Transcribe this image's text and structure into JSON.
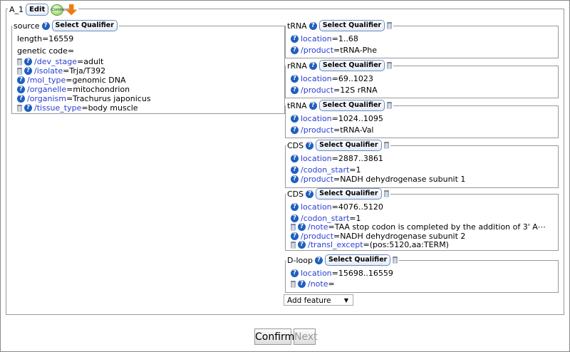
{
  "record": {
    "title": "A_1",
    "edit_label": "Edit",
    "comment_icon_text": "Comment"
  },
  "select_qualifier_label": "Select Qualifier",
  "features": [
    {
      "type": "source",
      "lines": [
        {
          "text": "length=16559"
        },
        {
          "text": "genetic code="
        }
      ],
      "qualifiers": [
        {
          "name": "/dev_stage",
          "value": "=adult",
          "deletable": true
        },
        {
          "name": "/isolate",
          "value": "=Trja/T392",
          "deletable": true
        },
        {
          "name": "/mol_type",
          "value": "=genomic DNA",
          "deletable": false
        },
        {
          "name": "/organelle",
          "value": "=mitochondrion",
          "deletable": false
        },
        {
          "name": "/organism",
          "value": "=Trachurus japonicus",
          "deletable": false
        },
        {
          "name": "/tissue_type",
          "value": "=body muscle",
          "deletable": true
        }
      ]
    },
    {
      "type": "tRNA",
      "qualifiers": [
        {
          "name": "location",
          "value": "=1..68",
          "deletable": false
        },
        {
          "name": "/product",
          "value": "=tRNA-Phe",
          "deletable": false
        }
      ]
    },
    {
      "type": "rRNA",
      "qualifiers": [
        {
          "name": "location",
          "value": "=69..1023",
          "deletable": false
        },
        {
          "name": "/product",
          "value": "=12S rRNA",
          "deletable": false
        }
      ]
    },
    {
      "type": "tRNA",
      "qualifiers": [
        {
          "name": "location",
          "value": "=1024..1095",
          "deletable": false
        },
        {
          "name": "/product",
          "value": "=tRNA-Val",
          "deletable": false
        }
      ]
    },
    {
      "type": "CDS",
      "qualifiers": [
        {
          "name": "location",
          "value": "=2887..3861",
          "deletable": false
        },
        {
          "name": "/codon_start",
          "value": "=1",
          "deletable": false
        },
        {
          "name": "/product",
          "value": "=NADH dehydrogenase subunit 1",
          "deletable": false
        }
      ]
    },
    {
      "type": "CDS",
      "qualifiers": [
        {
          "name": "location",
          "value": "=4076..5120",
          "deletable": false
        },
        {
          "name": "/codon_start",
          "value": "=1",
          "deletable": false
        },
        {
          "name": "/note",
          "value": "=TAA stop codon is completed by the addition of 3' A⋯",
          "deletable": true
        },
        {
          "name": "/product",
          "value": "=NADH dehydrogenase subunit 2",
          "deletable": false
        },
        {
          "name": "/transl_except",
          "value": "=(pos:5120,aa:TERM)",
          "deletable": true
        }
      ]
    },
    {
      "type": "D-loop",
      "qualifiers": [
        {
          "name": "location",
          "value": "=15698..16559",
          "deletable": false
        },
        {
          "name": "/note",
          "value": "=",
          "deletable": true
        }
      ]
    }
  ],
  "add_feature": {
    "selected": "Add feature"
  },
  "buttons": {
    "confirm": "Confirm",
    "next": "Next"
  },
  "icons": {
    "help": "?",
    "select_arrow": "▼"
  }
}
